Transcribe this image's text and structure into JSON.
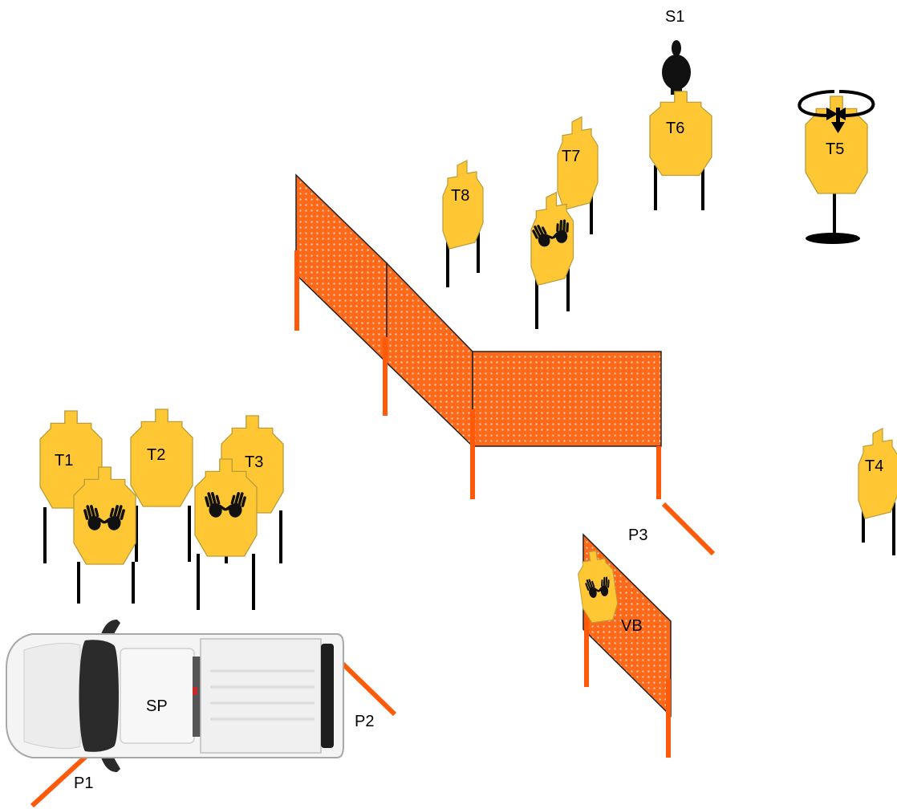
{
  "stage": {
    "labels": {
      "S1": "S1",
      "T1": "T1",
      "T2": "T2",
      "T3": "T3",
      "T4": "T4",
      "T5": "T5",
      "T6": "T6",
      "T7": "T7",
      "T8": "T8",
      "VB": "VB",
      "SP": "SP",
      "P1": "P1",
      "P2": "P2",
      "P3": "P3"
    },
    "colors": {
      "target": "#ffc733",
      "target_outline": "#b89d3a",
      "barrier": "#ff6a1a",
      "post": "#ff5a0a",
      "no_shoot": "#111111",
      "stand": "#000000"
    },
    "icons": {
      "S1": "steel-popper-icon",
      "T5": "rotating-target-icon",
      "SP": "pickup-truck-icon",
      "no_shoot": "hands-no-shoot-icon"
    }
  }
}
